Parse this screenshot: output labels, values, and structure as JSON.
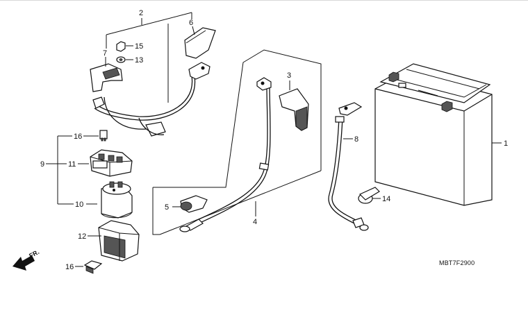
{
  "callouts": {
    "c1": "1",
    "c2": "2",
    "c3": "3",
    "c4": "4",
    "c5": "5",
    "c6": "6",
    "c7": "7",
    "c8": "8",
    "c9": "9",
    "c10": "10",
    "c11": "11",
    "c12": "12",
    "c13": "13",
    "c14": "14",
    "c15": "15",
    "c16a": "16",
    "c16b": "16"
  },
  "front_label": "FR.",
  "diagram_code": "MBT7F2900"
}
